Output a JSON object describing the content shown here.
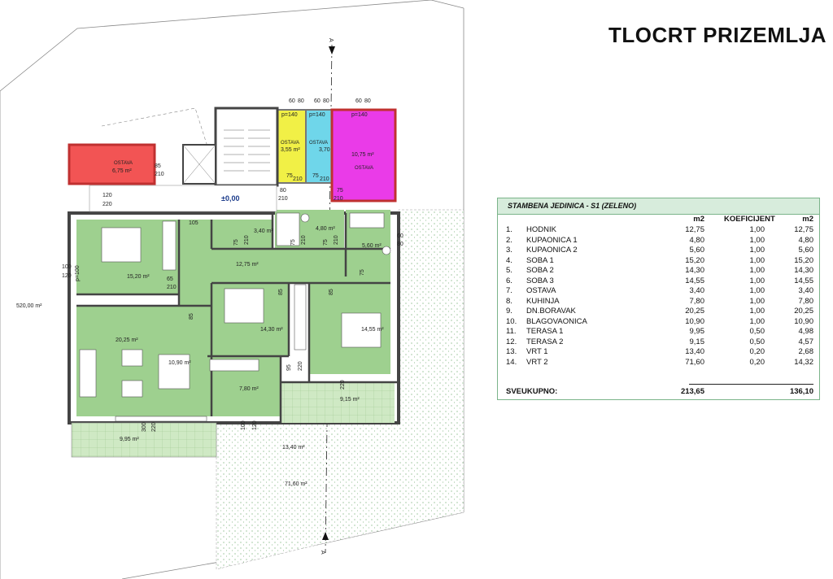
{
  "title": "TLOCRT PRIZEMLJA",
  "colors": {
    "unit_green": "#9ed08f",
    "terrace_green": "#cfe9c4",
    "storage_red": "#f25454",
    "storage_yellow": "#f1f046",
    "storage_cyan": "#6fd6ea",
    "storage_magenta": "#ea3be8",
    "wall": "#5a5a5a",
    "wall_red_outline": "#c03030",
    "table_header_bg": "#d7ecdc",
    "table_border": "#7bb48a"
  },
  "plan": {
    "section_marker_top": "A",
    "section_marker_bottom": "A",
    "level_mark": "±0,00",
    "lot_area": "520,00 m²",
    "storage_labels": {
      "red_name": "OSTAVA",
      "red_area": "6,75 m²",
      "yellow_name": "OSTAVA",
      "yellow_area": "3,55 m²",
      "cyan_name": "OSTAVA",
      "cyan_area": "3,70",
      "magenta_name": "OSTAVA",
      "magenta_area": "10,75 m²"
    },
    "room_areas": {
      "soba1": "15,20 m²",
      "boravak": "20,25 m²",
      "blagovaonica": "10,90 m²",
      "ostava_small": "3,40 m²",
      "kupaonica1": "4,80 m²",
      "kupaonica2": "5,60 m²",
      "hodnik": "12,75 m²",
      "soba2": "14,30 m²",
      "soba3": "14,55 m²",
      "kuhinja": "7,80 m²",
      "terasa2": "9,15 m²",
      "terasa1": "9,95 m²",
      "vrt1": "13,40 m²",
      "vrt2": "71,60 m²"
    },
    "dims": {
      "p140a": "p=140",
      "p140b": "p=140",
      "p140c": "p=140",
      "d60": "60",
      "d80": "80",
      "d75": "75",
      "d210": "210",
      "d120": "120",
      "d220": "220",
      "d100": "100",
      "d85": "85",
      "d105": "105",
      "d95": "95",
      "d300": "300",
      "d65": "65",
      "p100": "p=100"
    }
  },
  "table": {
    "title": "STAMBENA JEDINICA - S1 (ZELENO)",
    "headers": [
      "m2",
      "KOEFICIJENT",
      "m2"
    ],
    "rows": [
      {
        "num": "1.",
        "name": "HODNIK",
        "m2": "12,75",
        "k": "1,00",
        "m2b": "12,75"
      },
      {
        "num": "2.",
        "name": "KUPAONICA 1",
        "m2": "4,80",
        "k": "1,00",
        "m2b": "4,80"
      },
      {
        "num": "3.",
        "name": "KUPAONICA 2",
        "m2": "5,60",
        "k": "1,00",
        "m2b": "5,60"
      },
      {
        "num": "4.",
        "name": "SOBA 1",
        "m2": "15,20",
        "k": "1,00",
        "m2b": "15,20"
      },
      {
        "num": "5.",
        "name": "SOBA 2",
        "m2": "14,30",
        "k": "1,00",
        "m2b": "14,30"
      },
      {
        "num": "6.",
        "name": "SOBA 3",
        "m2": "14,55",
        "k": "1,00",
        "m2b": "14,55"
      },
      {
        "num": "7.",
        "name": "OSTAVA",
        "m2": "3,40",
        "k": "1,00",
        "m2b": "3,40"
      },
      {
        "num": "8.",
        "name": "KUHINJA",
        "m2": "7,80",
        "k": "1,00",
        "m2b": "7,80"
      },
      {
        "num": "9.",
        "name": "DN.BORAVAK",
        "m2": "20,25",
        "k": "1,00",
        "m2b": "20,25"
      },
      {
        "num": "10.",
        "name": "BLAGOVAONICA",
        "m2": "10,90",
        "k": "1,00",
        "m2b": "10,90"
      },
      {
        "num": "11.",
        "name": "TERASA 1",
        "m2": "9,95",
        "k": "0,50",
        "m2b": "4,98"
      },
      {
        "num": "12.",
        "name": "TERASA 2",
        "m2": "9,15",
        "k": "0,50",
        "m2b": "4,57"
      },
      {
        "num": "13.",
        "name": "VRT 1",
        "m2": "13,40",
        "k": "0,20",
        "m2b": "2,68"
      },
      {
        "num": "14.",
        "name": "VRT 2",
        "m2": "71,60",
        "k": "0,20",
        "m2b": "14,32"
      }
    ],
    "total_label": "SVEUKUPNO:",
    "total_m2": "213,65",
    "total_m2b": "136,10"
  }
}
